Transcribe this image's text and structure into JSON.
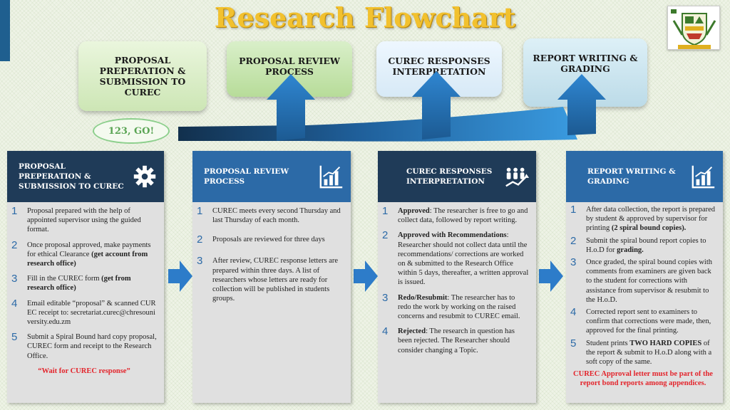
{
  "title": "Research Flowchart",
  "top_steps": [
    {
      "label": "PROPOSAL PREPERATION & SUBMISSION TO CUREC"
    },
    {
      "label": "PROPOSAL REVIEW PROCESS"
    },
    {
      "label": "CUREC RESPONSES INTERPRETATION"
    },
    {
      "label": "REPORT WRITING & GRADING"
    }
  ],
  "start_label": "123, GO!",
  "colors": {
    "title": "#f2c12e",
    "dark_header": "#1f3b58",
    "light_header": "#2c6aa7",
    "arrow_blue": "#2d7cc9",
    "note_red": "#e3242b",
    "go_green": "#5aa454"
  },
  "columns": [
    {
      "heading": "PROPOSAL PREPERATION & SUBMISSION TO CUREC",
      "icon": "gear-icon",
      "items": [
        {
          "num": "1",
          "text": "Proposal prepared with the help of appointed supervisor using the guided format."
        },
        {
          "num": "2",
          "text": "Once proposal approved, make payments for ethical Clearance ",
          "bold": "(get account from research office)"
        },
        {
          "num": "3",
          "text": "Fill in the CUREC form ",
          "bold": "(get from research office)"
        },
        {
          "num": "4",
          "text": "Email editable “proposal” & scanned CUREC receipt to: secretariat.curec@chresouniversity.edu.zm"
        },
        {
          "num": "5",
          "text": "Submit a Spiral Bound hard copy proposal, CUREC form and receipt to the Research Office."
        }
      ],
      "note": "“Wait for CUREC response”"
    },
    {
      "heading": "PROPOSAL REVIEW PROCESS",
      "icon": "bar-chart-icon",
      "items": [
        {
          "num": "1",
          "text": "CUREC meets every second Thursday and last Thursday of each month."
        },
        {
          "num": "2",
          "text": "Proposals are reviewed for three days"
        },
        {
          "num": "3",
          "text": "After review, CUREC response letters are prepared within three days. A list of researchers whose letters are ready for collection will be published in students groups."
        }
      ]
    },
    {
      "heading": "CUREC RESPONSES INTERPRETATION",
      "icon": "people-growth-icon",
      "items": [
        {
          "num": "1",
          "bold": "Approved",
          "text": ": The researcher is free to go and collect data, followed by report writing."
        },
        {
          "num": "2",
          "bold": "Approved with Recommendations",
          "text": ": Researcher should not collect data until the recommendations/ corrections are worked on & submitted to the Research Office within 5 days, thereafter, a written approval is issued."
        },
        {
          "num": "3",
          "bold": "Redo/Resubmit",
          "text": ": The researcher has to redo the work by working on the raised concerns and resubmit to CUREC email."
        },
        {
          "num": "4",
          "bold": "Rejected",
          "text": ": The research in question has been rejected. The Researcher should consider changing a Topic."
        }
      ]
    },
    {
      "heading": "REPORT WRITING & GRADING",
      "icon": "bar-chart-icon",
      "items": [
        {
          "num": "1",
          "text": "After data collection, the report is prepared by student & approved by supervisor for printing ",
          "bold": "(2 spiral bound copies)."
        },
        {
          "num": "2",
          "text": "Submit the spiral bound report copies to H.o.D for ",
          "bold": "grading."
        },
        {
          "num": "3",
          "text": "Once graded, the spiral bound copies with comments from examiners are given back to the student for corrections with assistance from supervisor & resubmit to the H.o.D."
        },
        {
          "num": "4",
          "text": "Corrected report sent to examiners to confirm that corrections were made, then, approved for the final printing."
        },
        {
          "num": "5",
          "text": "Student prints ",
          "bold": "TWO HARD COPIES",
          "text2": " of the report & submit to H.o.D along with a soft copy of the same."
        }
      ],
      "note": "CUREC Approval letter must be part of the report bond reports among appendices."
    }
  ]
}
